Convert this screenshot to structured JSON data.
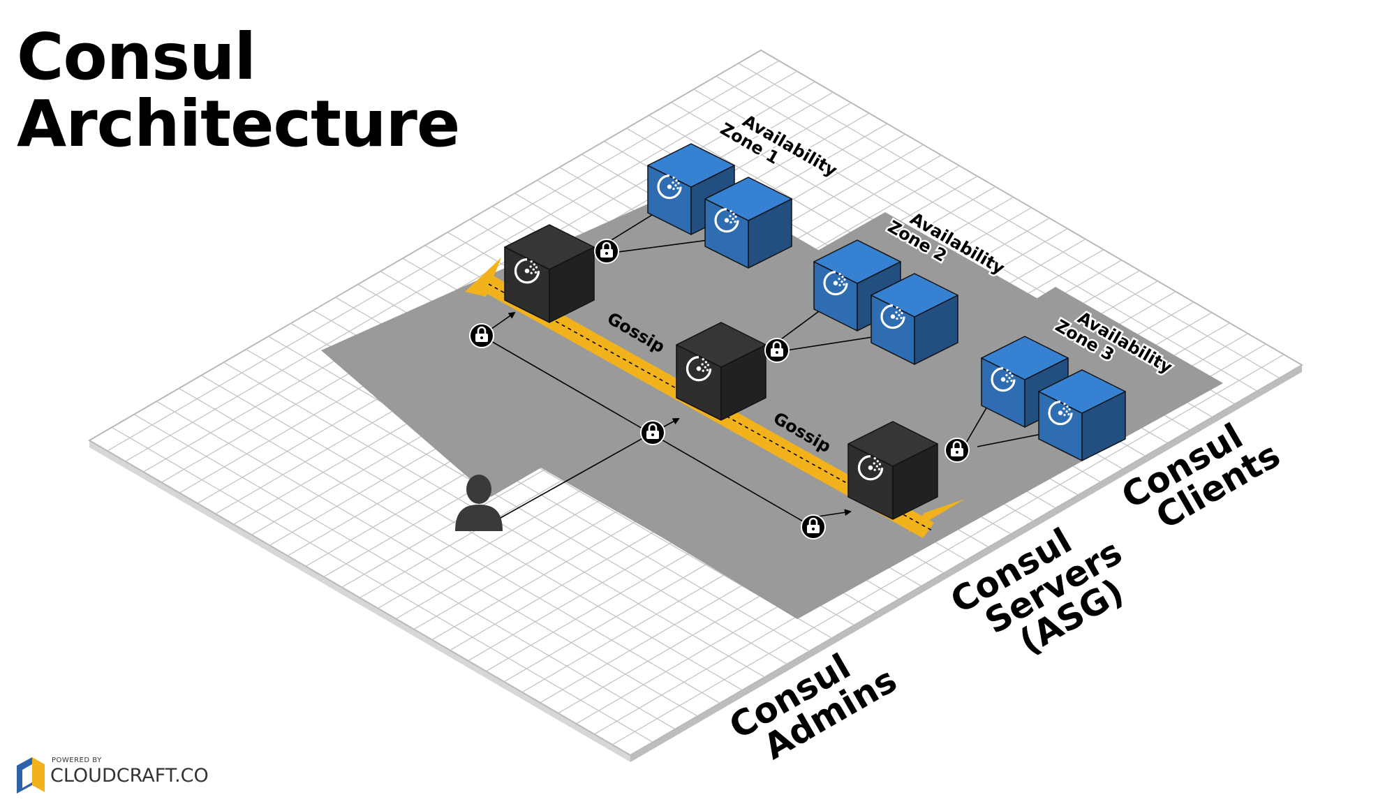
{
  "title": {
    "line1": "Consul",
    "line2": "Architecture"
  },
  "zones": [
    {
      "line1": "Availability",
      "line2": "Zone 1"
    },
    {
      "line1": "Availability",
      "line2": "Zone 2"
    },
    {
      "line1": "Availability",
      "line2": "Zone 3"
    }
  ],
  "tiers": {
    "clients": {
      "line1": "Consul",
      "line2": "Clients"
    },
    "servers": {
      "line1": "Consul",
      "line2": "Servers",
      "line3": "(ASG)"
    },
    "admins": {
      "line1": "Consul",
      "line2": "Admins"
    }
  },
  "gossip": [
    "Gossip",
    "Gossip"
  ],
  "branding": {
    "small": "POWERED BY",
    "big": "CLOUDCRAFT.CO"
  },
  "colors": {
    "server_cube": "#2e2e2e",
    "client_cube": "#2f6db2",
    "gossip_band": "#f2b21c",
    "zone_area": "#9a9a9a",
    "grid_line": "#c4c4c4"
  },
  "icons": {
    "server": "consul-logo-icon",
    "client": "consul-logo-icon",
    "lock": "padlock-icon",
    "admin": "user-silhouette-icon"
  }
}
